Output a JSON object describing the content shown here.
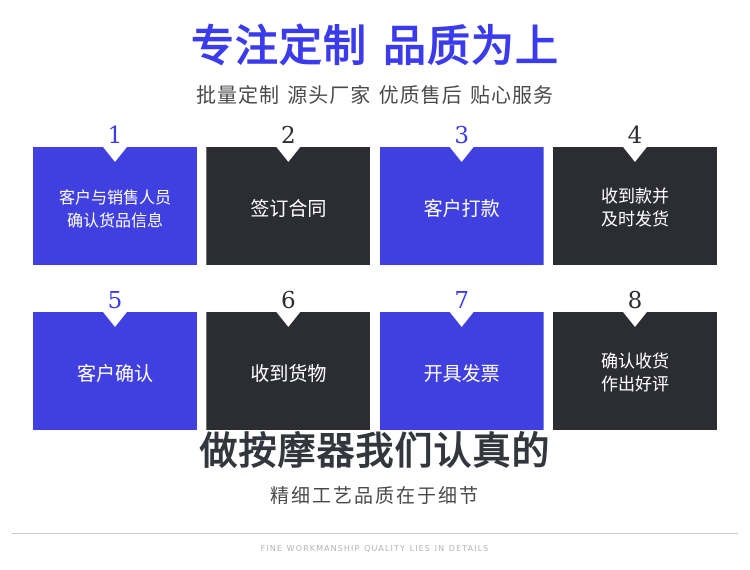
{
  "header": {
    "title": "专注定制 品质为上",
    "subtitle": "批量定制 源头厂家 优质售后 贴心服务",
    "title_color": "#3b3bee"
  },
  "steps": {
    "rows": [
      [
        {
          "number": "1",
          "label": "客户与销售人员\n确认货品信息",
          "theme": "blue",
          "size": "tiny"
        },
        {
          "number": "2",
          "label": "签订合同",
          "theme": "dark",
          "size": "normal"
        },
        {
          "number": "3",
          "label": "客户打款",
          "theme": "blue",
          "size": "normal"
        },
        {
          "number": "4",
          "label": "收到款并\n及时发货",
          "theme": "dark",
          "size": "small"
        }
      ],
      [
        {
          "number": "5",
          "label": "客户确认",
          "theme": "blue",
          "size": "normal"
        },
        {
          "number": "6",
          "label": "收到货物",
          "theme": "dark",
          "size": "normal"
        },
        {
          "number": "7",
          "label": "开具发票",
          "theme": "blue",
          "size": "normal"
        },
        {
          "number": "8",
          "label": "确认收货\n作出好评",
          "theme": "dark",
          "size": "small"
        }
      ]
    ],
    "colors": {
      "blue": "#4040e0",
      "dark": "#2b2d33",
      "label": "#ffffff"
    }
  },
  "footer": {
    "title": "做按摩器我们认真的",
    "subtitle": "精细工艺品质在于细节",
    "english": "FINE WORKMANSHIP QUALITY LIES IN DETAILS",
    "title_color": "#33363d"
  }
}
